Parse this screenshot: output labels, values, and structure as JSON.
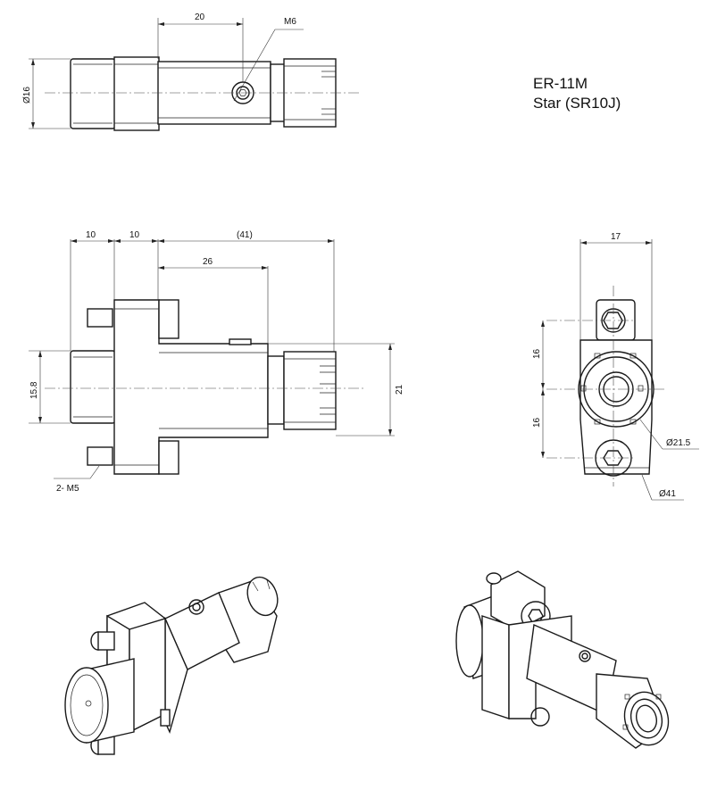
{
  "title": {
    "model": "ER-11M",
    "machine": "Star (SR10J)"
  },
  "top_view": {
    "dim_length": "20",
    "dim_thread": "M6",
    "dim_diameter": "Ø16"
  },
  "front_view": {
    "dim_a": "10",
    "dim_b": "10",
    "dim_total": "(41)",
    "dim_body": "26",
    "dim_shank": "15.8",
    "dim_height": "21",
    "dim_screws": "2- M5"
  },
  "side_view": {
    "dim_width": "17",
    "dim_upper": "16",
    "dim_lower": "16",
    "dim_collet": "Ø21.5",
    "dim_outer": "Ø41"
  }
}
